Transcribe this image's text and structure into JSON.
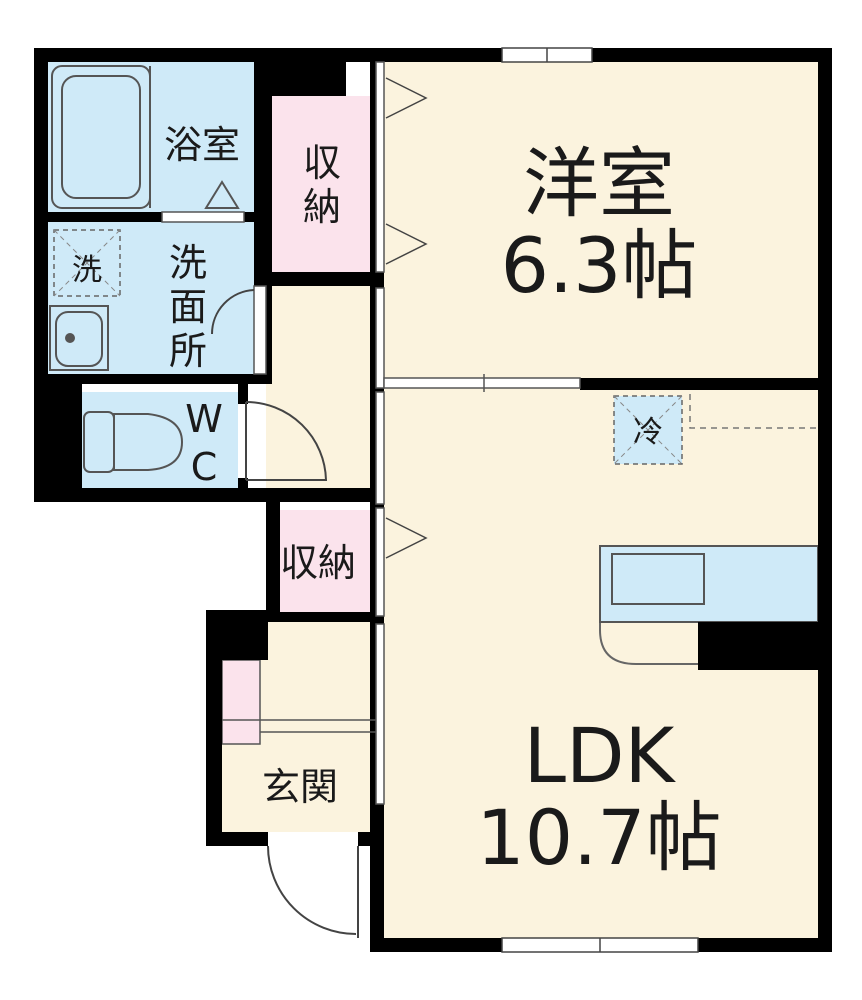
{
  "rooms": {
    "western": {
      "name": "洋室",
      "size": "6.3帖"
    },
    "ldk": {
      "name": "LDK",
      "size": "10.7帖"
    },
    "bath": {
      "name": "浴室"
    },
    "washroom": {
      "line1": "洗",
      "line2": "面",
      "line3": "所"
    },
    "toilet": {
      "line1": "W",
      "line2": "C"
    },
    "storage_upper": {
      "line1": "収",
      "line2": "納"
    },
    "storage_middle": {
      "name": "収納"
    },
    "entrance": {
      "name": "玄関"
    }
  },
  "fixtures": {
    "washer": "洗",
    "fridge": "冷"
  },
  "colors": {
    "wall": "#000000",
    "living_floor": "#fbf3de",
    "wet_area": "#cfeaf8",
    "storage": "#fbe3ec",
    "outline": "#555555"
  }
}
